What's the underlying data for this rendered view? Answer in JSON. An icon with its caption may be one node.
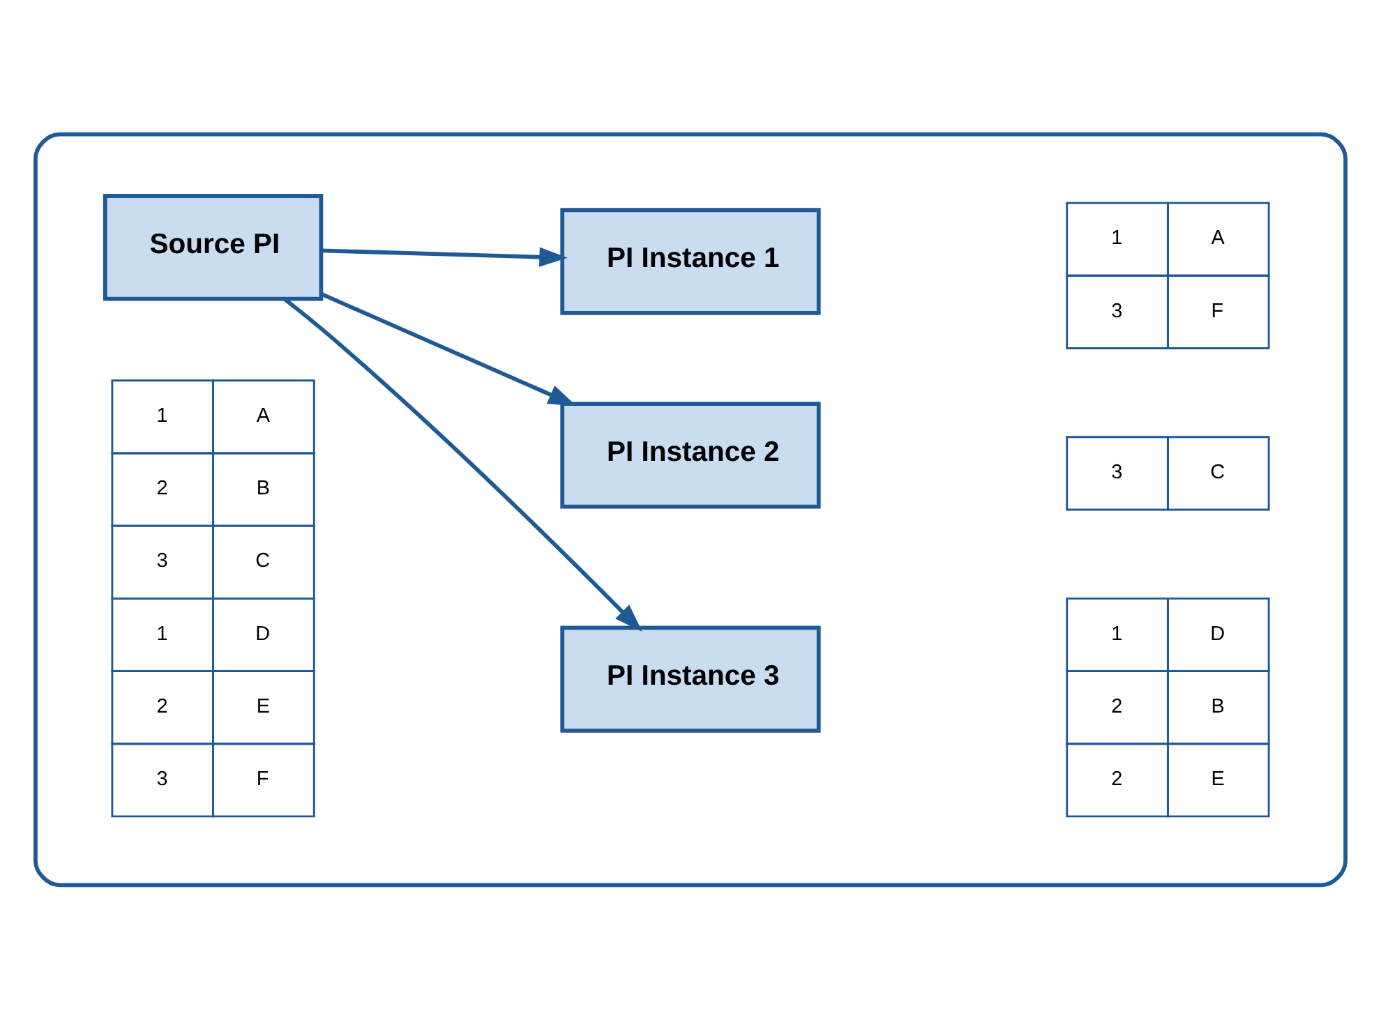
{
  "diagram": {
    "nodes": [
      {
        "text": [],
        "shape": "box"
      },
      {
        "text": [
          "Source PI"
        ],
        "in": 0
      },
      {
        "text": [
          "PI Instance 1"
        ],
        "in": 0
      },
      {
        "text": [
          "PI Instance 2"
        ],
        "in": 0
      },
      {
        "text": [
          "PI Instance 3"
        ],
        "in": 0
      }
    ],
    "edges": [
      {
        "from": 1,
        "to": 2,
        "arrow": "to"
      },
      {
        "from": 1,
        "to": 3,
        "arrow": "to"
      },
      {
        "from": 1,
        "to": 4,
        "arrow": "to"
      }
    ],
    "labels": [
      "1",
      "A",
      "2",
      "B",
      "3",
      "C",
      "1",
      "D",
      "2",
      "E",
      "3",
      "F",
      "1",
      "A",
      "3",
      "F",
      "3",
      "C",
      "1",
      "D",
      "2",
      "B",
      "2",
      "E"
    ]
  }
}
